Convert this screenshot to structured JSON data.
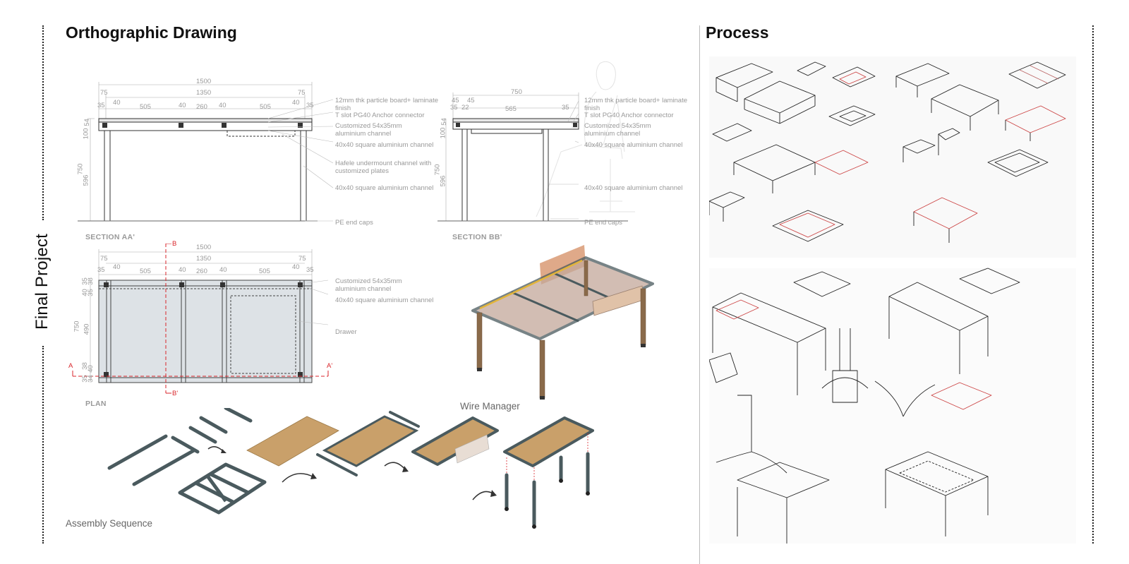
{
  "side_title": "Final Project",
  "left_title": "Orthographic Drawing",
  "right_title": "Process",
  "section_aa": {
    "label": "SECTION AA'",
    "dims_top": [
      "1500",
      "1350",
      "75",
      "75",
      "40",
      "35",
      "505",
      "40",
      "260",
      "40",
      "505",
      "40",
      "35"
    ],
    "dims_left": [
      "100",
      "54",
      "750",
      "596"
    ],
    "notes": [
      "12mm thk particle board+ laminate finish",
      "T slot PG40 Anchor connector",
      "Customized 54x35mm aluminium channel",
      "40x40 square aluminium channel",
      "Hafele undermount channel with customized plates",
      "40x40 square aluminium channel",
      "PE end caps"
    ]
  },
  "section_bb": {
    "label": "SECTION BB'",
    "dims_top": [
      "750",
      "45",
      "45",
      "35",
      "22",
      "565",
      "35"
    ],
    "dims_left": [
      "100",
      "54",
      "750",
      "596"
    ],
    "notes": [
      "12mm thk particle board+ laminate finish",
      "T slot PG40 Anchor connector",
      "Customized 54x35mm aluminium channel",
      "40x40 square aluminium channel",
      "40x40 square aluminium channel",
      "PE end caps"
    ]
  },
  "plan": {
    "label": "PLAN",
    "dims_top": [
      "1500",
      "1350",
      "75",
      "75",
      "40",
      "35",
      "505",
      "40",
      "260",
      "40",
      "505",
      "40",
      "35"
    ],
    "dims_left": [
      "35",
      "38",
      "40",
      "35",
      "750",
      "490",
      "38",
      "40",
      "35",
      "34"
    ],
    "markers": {
      "a": "A",
      "a_prime": "A'",
      "b": "B",
      "b_prime": "B'"
    },
    "notes": [
      "Customized 54x35mm aluminium channel",
      "40x40 square aluminium channel",
      "Drawer"
    ]
  },
  "wire_manager_label": "Wire Manager",
  "assembly_label": "Assembly Sequence",
  "colors": {
    "accent_red": "#d9262b",
    "steel": "#4a5a5e",
    "wood": "#c9a06a",
    "copper": "#d99a74"
  }
}
